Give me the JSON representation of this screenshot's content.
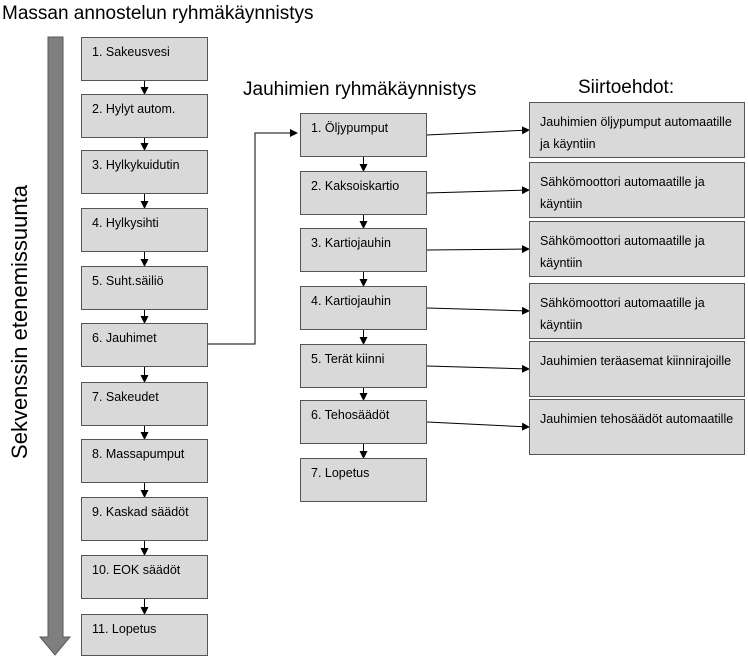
{
  "diagram": {
    "title": "Massan annostelun ryhmäkäynnistys",
    "axis_label": "Sekvenssin etenemissuunta",
    "main_steps": [
      "1. Sakeusvesi",
      "2. Hylyt autom.",
      "3. Hylkykuidutin",
      "4. Hylkysihti",
      "5. Suht.säiliö",
      "6. Jauhimet",
      "7. Sakeudet",
      "8. Massapumput",
      "9. Kaskad säädöt",
      "10. EOK säädöt",
      "11. Lopetus"
    ],
    "sub_title": "Jauhimien ryhmäkäynnistys",
    "sub_steps": [
      "1. Öljypumput",
      "2. Kaksoiskartio",
      "3. Kartiojauhin",
      "4. Kartiojauhin",
      "5. Terät kiinni",
      "6. Tehosäädöt",
      "7. Lopetus"
    ],
    "siirto_title": "Siirtoehdot:",
    "siirto": [
      "Jauhimien öljypumput automaatille ja käyntiin",
      "Sähkömoottori automaatille ja käyntiin",
      "Sähkömoottori automaatille ja käyntiin",
      "Sähkömoottori automaatille ja käyntiin",
      "Jauhimien teräasemat kiinnirajoille",
      "Jauhimien tehosäädöt automaatille"
    ],
    "colors": {
      "box_fill": "#d9d9d9",
      "box_border": "#555555",
      "axis_arrow": "#7f7f7f",
      "line": "#000000"
    }
  }
}
